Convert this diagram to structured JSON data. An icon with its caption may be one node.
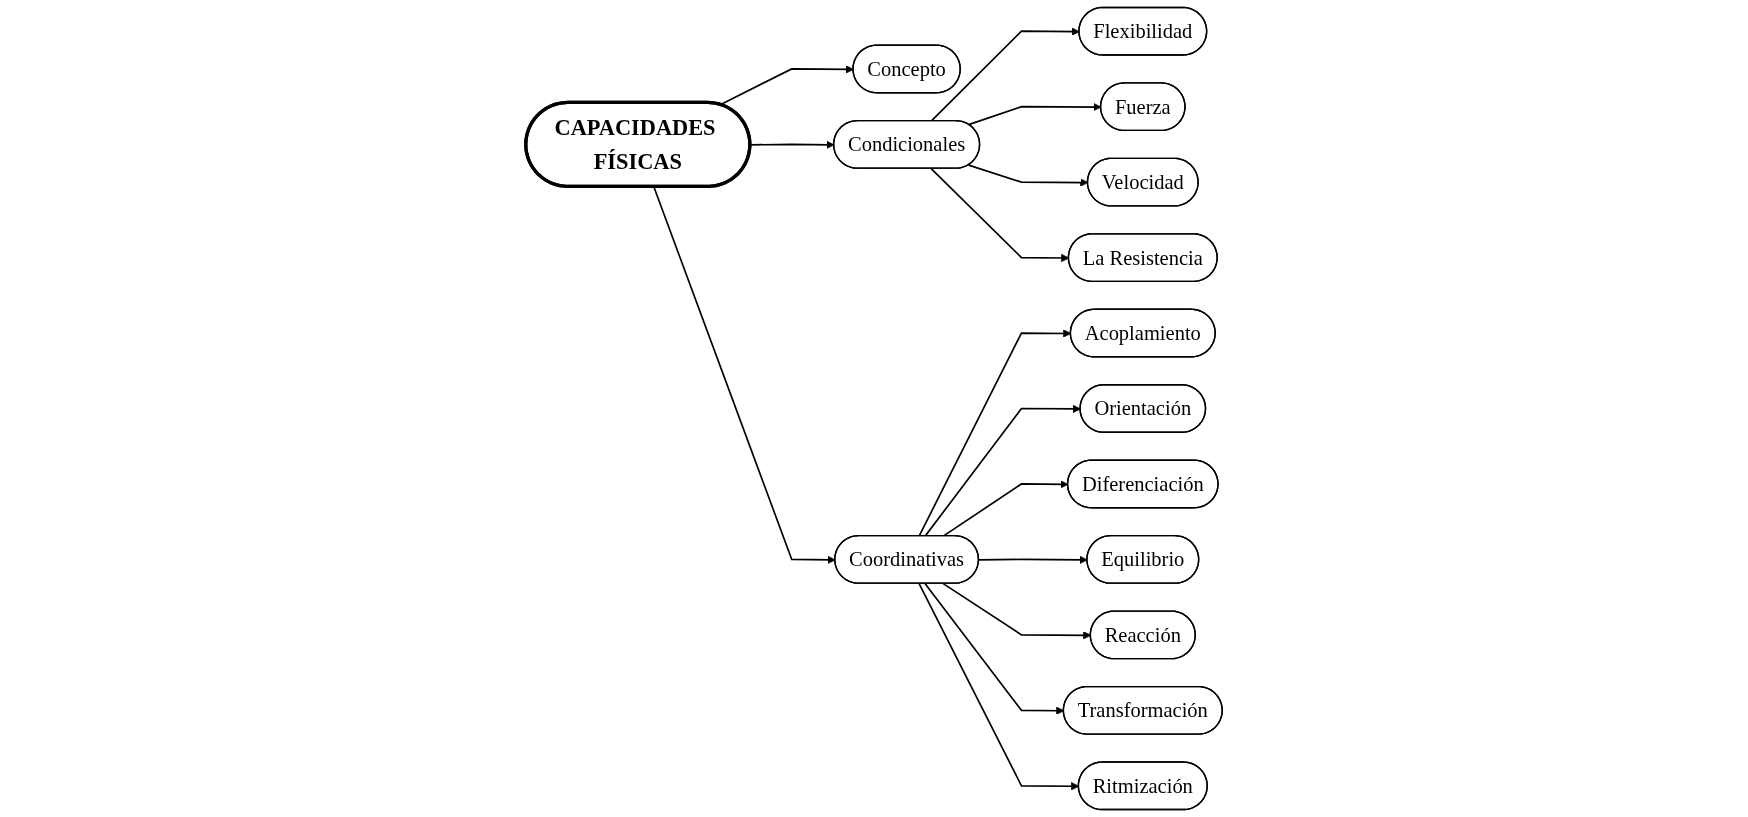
{
  "diagram": {
    "nodes": [
      {
        "text": [
          "Concepto"
        ]
      },
      {
        "text": [
          "Flexibilidad"
        ]
      },
      {
        "text": [
          "Acoplamiento"
        ]
      },
      {
        "text": [
          "CAPACIDADES FÍSICAS"
        ]
      },
      {
        "text": [
          "Condicionales"
        ]
      },
      {
        "text": [
          "Orientación"
        ]
      },
      {
        "text": [
          "Fuerza"
        ]
      },
      {
        "text": [
          "Coordinativas"
        ]
      },
      {
        "text": [
          "Diferenciación"
        ]
      },
      {
        "text": [
          "Velocidad"
        ]
      },
      {
        "text": [
          "La Resistencia"
        ]
      },
      {
        "text": [
          "Equilibrio"
        ]
      },
      {
        "text": [
          "Ritmización"
        ]
      },
      {
        "text": [
          "Reacción"
        ]
      },
      {
        "text": [
          "Transformación"
        ]
      }
    ],
    "edges": [
      {
        "from": 3,
        "to": 0,
        "arrow": "to"
      },
      {
        "from": 3,
        "to": 4,
        "arrow": "to"
      },
      {
        "from": 3,
        "to": 7,
        "arrow": "to"
      },
      {
        "from": 4,
        "to": 1,
        "arrow": "to"
      },
      {
        "from": 4,
        "to": 6,
        "arrow": "to"
      },
      {
        "from": 4,
        "to": 9,
        "arrow": "to"
      },
      {
        "from": 4,
        "to": 10,
        "arrow": "to"
      },
      {
        "from": 7,
        "to": 2,
        "arrow": "to"
      },
      {
        "from": 7,
        "to": 5,
        "arrow": "to"
      },
      {
        "from": 7,
        "to": 8,
        "arrow": "to"
      },
      {
        "from": 7,
        "to": 11,
        "arrow": "to"
      },
      {
        "from": 7,
        "to": 13,
        "arrow": "to"
      },
      {
        "from": 7,
        "to": 14,
        "arrow": "to"
      },
      {
        "from": 7,
        "to": 12,
        "arrow": "to"
      }
    ]
  }
}
